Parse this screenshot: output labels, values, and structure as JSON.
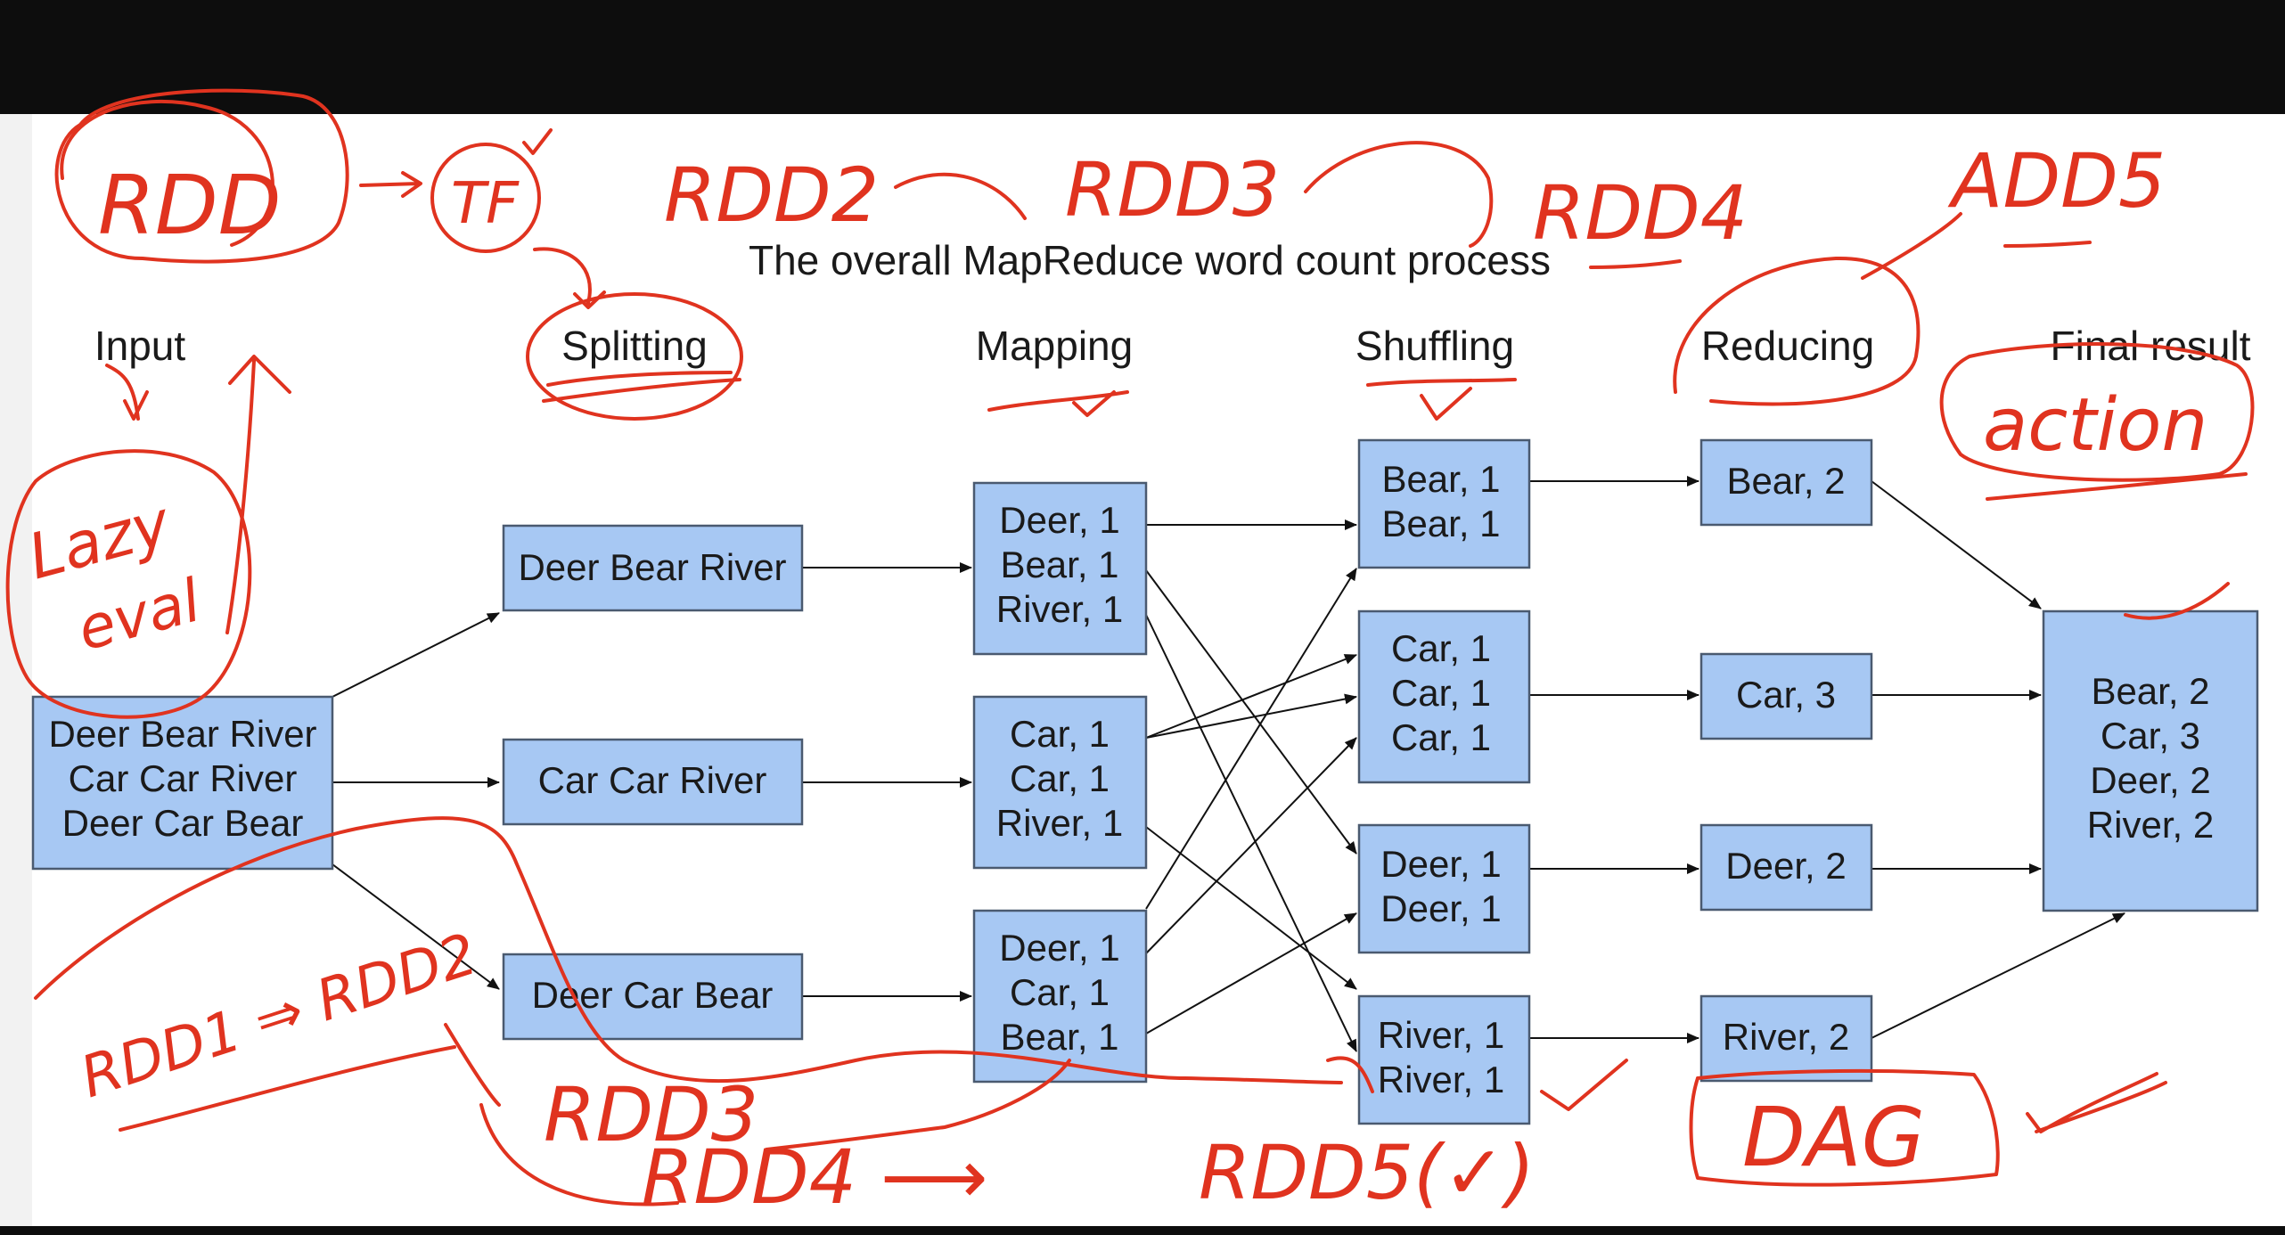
{
  "title": "The overall MapReduce word count process",
  "stages": [
    "Input",
    "Splitting",
    "Mapping",
    "Shuffling",
    "Reducing",
    "Final result"
  ],
  "input": [
    "Deer Bear River",
    "Car Car River",
    "Deer Car Bear"
  ],
  "splitting": [
    "Deer Bear River",
    "Car Car River",
    "Deer Car Bear"
  ],
  "mapping": [
    [
      "Deer, 1",
      "Bear, 1",
      "River, 1"
    ],
    [
      "Car, 1",
      "Car, 1",
      "River, 1"
    ],
    [
      "Deer, 1",
      "Car, 1",
      "Bear, 1"
    ]
  ],
  "shuffling": [
    [
      "Bear, 1",
      "Bear, 1"
    ],
    [
      "Car, 1",
      "Car, 1",
      "Car, 1"
    ],
    [
      "Deer, 1",
      "Deer, 1"
    ],
    [
      "River, 1",
      "River, 1"
    ]
  ],
  "reducing": [
    "Bear, 2",
    "Car, 3",
    "Deer, 2",
    "River, 2"
  ],
  "final": [
    "Bear, 2",
    "Car, 3",
    "Deer, 2",
    "River, 2"
  ],
  "annotations": {
    "rdd1": "RDD",
    "tf": "TF",
    "rdd2_top": "RDD2",
    "rdd3_top": "RDD3",
    "rdd4_top": "RDD4",
    "rdd5_top": "ADD5",
    "lazy": "Lazy",
    "eval": "eval",
    "action": "action",
    "rdd1_to_rdd2": "RDD1 ⇒ RDD2",
    "rdd3_bottom": "RDD3",
    "rdd4_bottom": "RDD4 ⟶",
    "rdd5_bottom": "RDD5(✓)",
    "dag": "DAG"
  }
}
